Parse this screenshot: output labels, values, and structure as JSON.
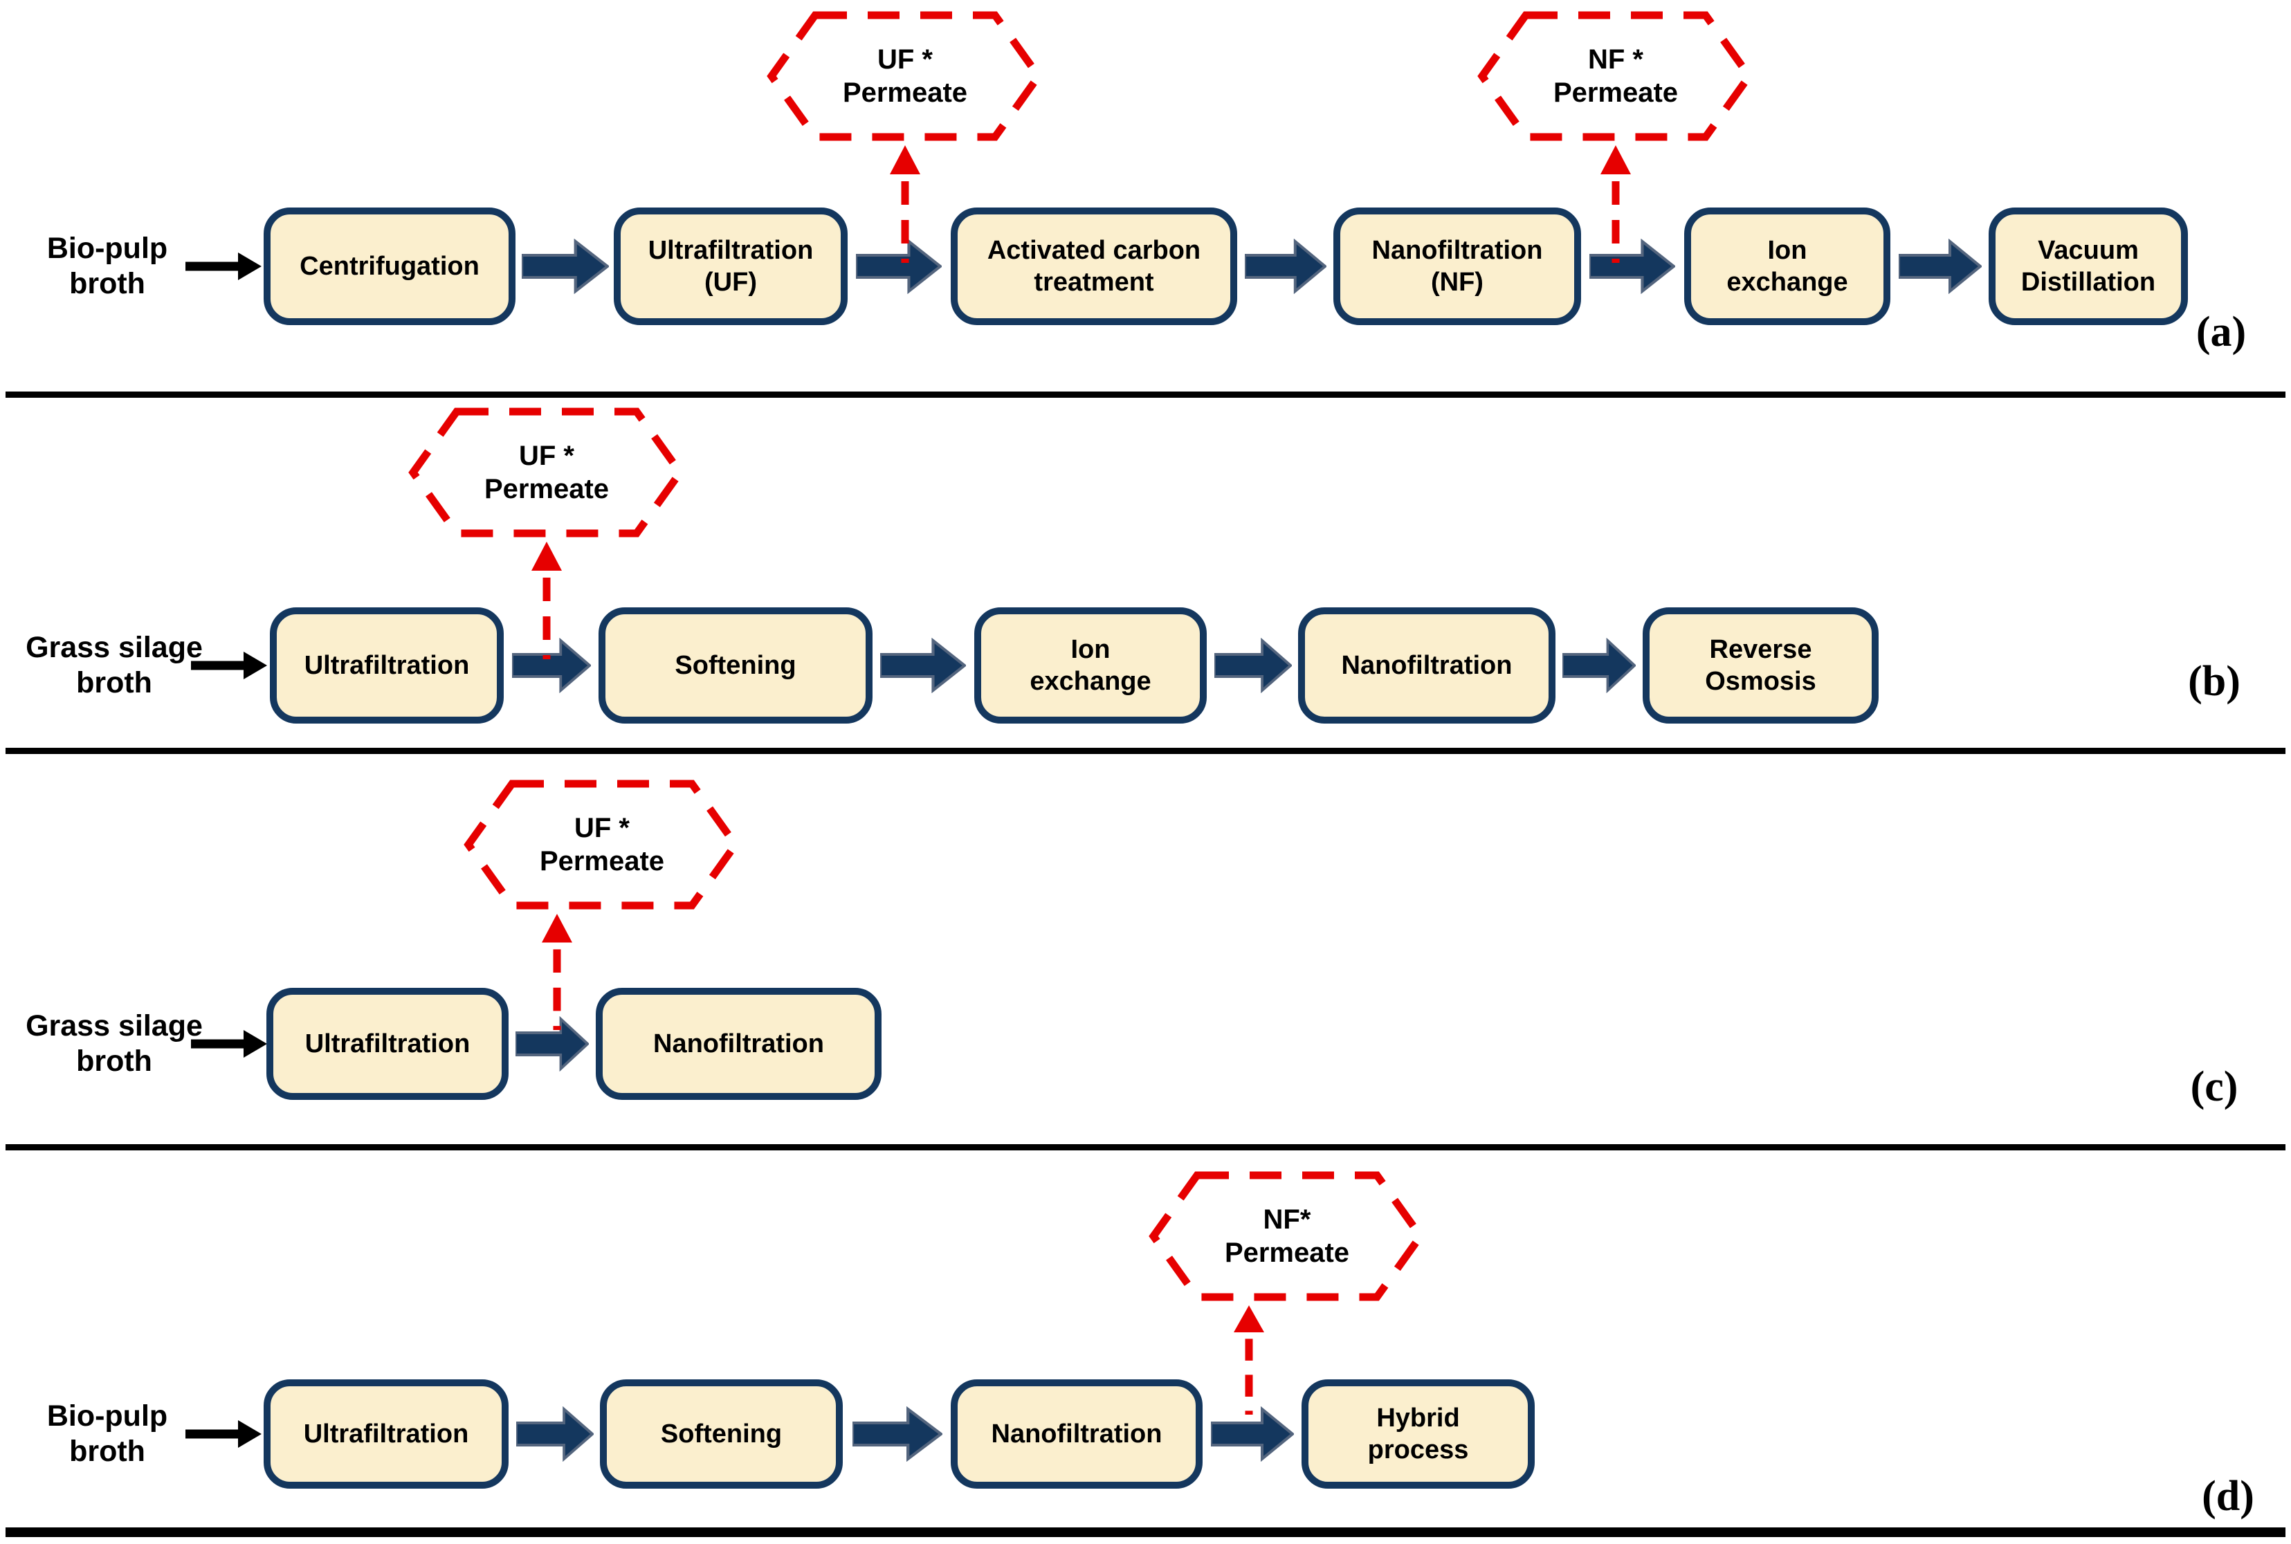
{
  "colors": {
    "box_fill": "#FBEFCE",
    "box_border": "#14375E",
    "arrow_fill": "#14375E",
    "arrow_outline": "#54657E",
    "permeate_red": "#E60000",
    "divider": "#000000"
  },
  "panels": [
    {
      "letter": "(a)",
      "input_label": "Bio-pulp\nbroth",
      "boxes": [
        "Centrifugation",
        "Ultrafiltration\n(UF)",
        "Activated carbon\ntreatment",
        "Nanofiltration\n(NF)",
        "Ion\nexchange",
        "Vacuum\nDistillation"
      ],
      "callouts": [
        {
          "line1": "UF *",
          "line2": "Permeate"
        },
        {
          "line1": "NF *",
          "line2": "Permeate"
        }
      ]
    },
    {
      "letter": "(b)",
      "input_label": "Grass silage\nbroth",
      "boxes": [
        "Ultrafiltration",
        "Softening",
        "Ion\nexchange",
        "Nanofiltration",
        "Reverse\nOsmosis"
      ],
      "callouts": [
        {
          "line1": "UF *",
          "line2": "Permeate"
        }
      ]
    },
    {
      "letter": "(c)",
      "input_label": "Grass silage\nbroth",
      "boxes": [
        "Ultrafiltration",
        "Nanofiltration"
      ],
      "callouts": [
        {
          "line1": "UF *",
          "line2": "Permeate"
        }
      ]
    },
    {
      "letter": "(d)",
      "input_label": "Bio-pulp\nbroth",
      "boxes": [
        "Ultrafiltration",
        "Softening",
        "Nanofiltration",
        "Hybrid\nprocess"
      ],
      "callouts": [
        {
          "line1": "NF*",
          "line2": "Permeate"
        }
      ]
    }
  ]
}
